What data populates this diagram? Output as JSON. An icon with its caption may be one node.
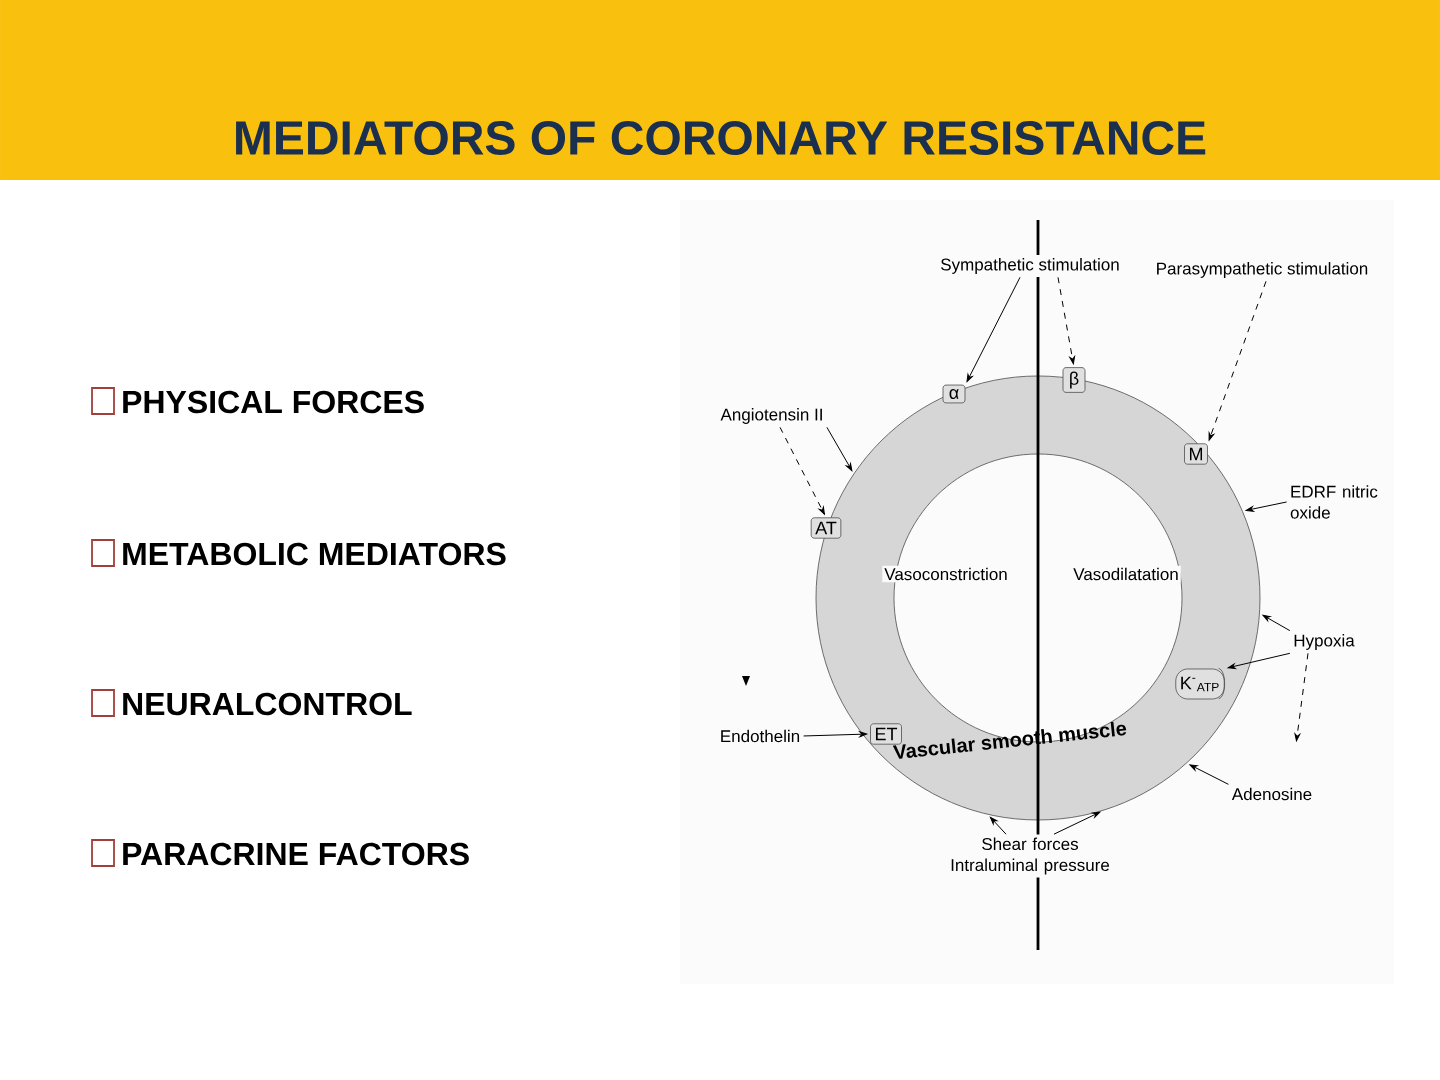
{
  "diagram": {
    "title": "MEDIATORS OF CORONARY RESISTANCE",
    "nodes": [
      {
        "text": [
          "Vascular smooth muscle"
        ]
      },
      {
        "text": [
          "Sympathetic stimulation"
        ]
      },
      {
        "text": [
          "Parasympathetic stimulation"
        ]
      },
      {
        "text": [
          "Angiotensin II"
        ]
      },
      {
        "text": [
          "EDRF nitric oxide"
        ]
      },
      {
        "text": [
          "Hypoxia"
        ]
      },
      {
        "text": [
          "Endothelin"
        ]
      },
      {
        "text": [
          "Adenosine"
        ]
      },
      {
        "text": [
          "Shear forces Intraluminal pressure"
        ]
      },
      {
        "text": [
          "α"
        ],
        "in": 0
      },
      {
        "text": [
          "β"
        ],
        "in": 0
      },
      {
        "text": [
          "M"
        ],
        "in": 0
      },
      {
        "text": [
          "AT"
        ],
        "in": 0
      },
      {
        "text": [
          "ET"
        ],
        "in": 0
      },
      {
        "text": [
          "K$^{-}$$_{ATP}$"
        ],
        "in": 0
      }
    ],
    "edges": [
      {
        "from": 1,
        "to": 9,
        "arrow": "to"
      },
      {
        "from": 1,
        "to": 10,
        "arrow": "to",
        "style": "dashed"
      },
      {
        "from": 2,
        "to": 11,
        "arrow": "to",
        "style": "dashed"
      },
      {
        "from": 3,
        "to": 0,
        "arrow": "to"
      },
      {
        "from": 3,
        "to": 12,
        "arrow": "to",
        "style": "dashed"
      },
      {
        "from": 4,
        "to": 0,
        "arrow": "to"
      },
      {
        "from": 5,
        "to": 0,
        "arrow": "to"
      },
      {
        "from": 5,
        "to": 14,
        "arrow": "to"
      },
      {
        "from": 5,
        "to": 7,
        "arrow": "to",
        "style": "dashed"
      },
      {
        "from": 6,
        "to": 13,
        "arrow": "to"
      },
      {
        "from": 7,
        "to": 0,
        "arrow": "to"
      },
      {
        "from": 8,
        "to": 0,
        "arrow": "to"
      },
      {
        "from": 8,
        "to": 0,
        "arrow": "to"
      }
    ],
    "labels": [
      "PHYSICAL FORCES",
      "METABOLIC MEDIATORS",
      "NEURALCONTROL",
      "PARACRINE FACTORS",
      "Vasoconstriction",
      "Vasodilatation"
    ]
  }
}
